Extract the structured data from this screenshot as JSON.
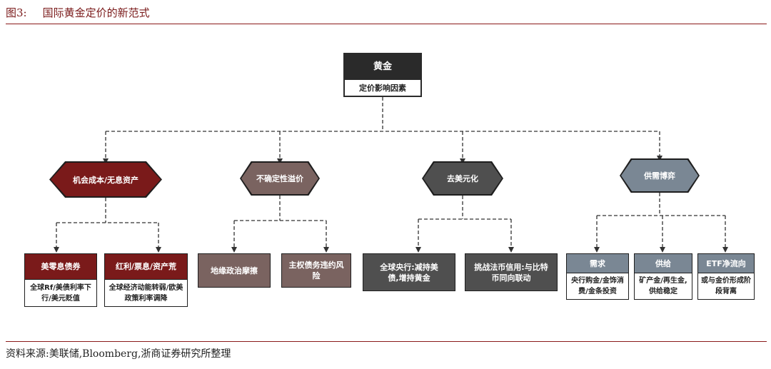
{
  "header": {
    "figure_number": "图3:",
    "title": "国际黄金定价的新范式"
  },
  "footer": {
    "source": "资料来源:美联储,Bloomberg,浙商证券研究所整理"
  },
  "colors": {
    "accent_rule": "#8b1a1a",
    "root": "#2a2a2a",
    "branch_opportunity_cost": "#7a1a1a",
    "branch_uncertainty": "#7a6360",
    "branch_de_dollarization": "#4f4f4f",
    "branch_supply_demand": "#7a8794"
  },
  "diagram": {
    "root": {
      "label": "黄金",
      "sublabel": "定价影响因素"
    },
    "branches": [
      {
        "label": "机会成本/无息资产",
        "children": [
          {
            "label": "美零息债券",
            "detail": "全球Rf/美债利率下行/美元贬值"
          },
          {
            "label": "红利/票息/资产荒",
            "detail": "全球经济动能转弱/欧美政策利率调降"
          }
        ]
      },
      {
        "label": "不确定性溢价",
        "children": [
          {
            "label": "地缘政治摩擦"
          },
          {
            "label": "主权债务违约风险"
          }
        ]
      },
      {
        "label": "去美元化",
        "children": [
          {
            "label": "全球央行:减持美债,增持黄金"
          },
          {
            "label": "挑战法币信用:与比特币同向联动"
          }
        ]
      },
      {
        "label": "供需博弈",
        "children": [
          {
            "label": "需求",
            "detail": "央行购金/金饰消费/金条投资"
          },
          {
            "label": "供给",
            "detail": "矿产金/再生金,供给稳定"
          },
          {
            "label": "ETF净流向",
            "detail": "或与金价形成阶段背离"
          }
        ]
      }
    ]
  }
}
